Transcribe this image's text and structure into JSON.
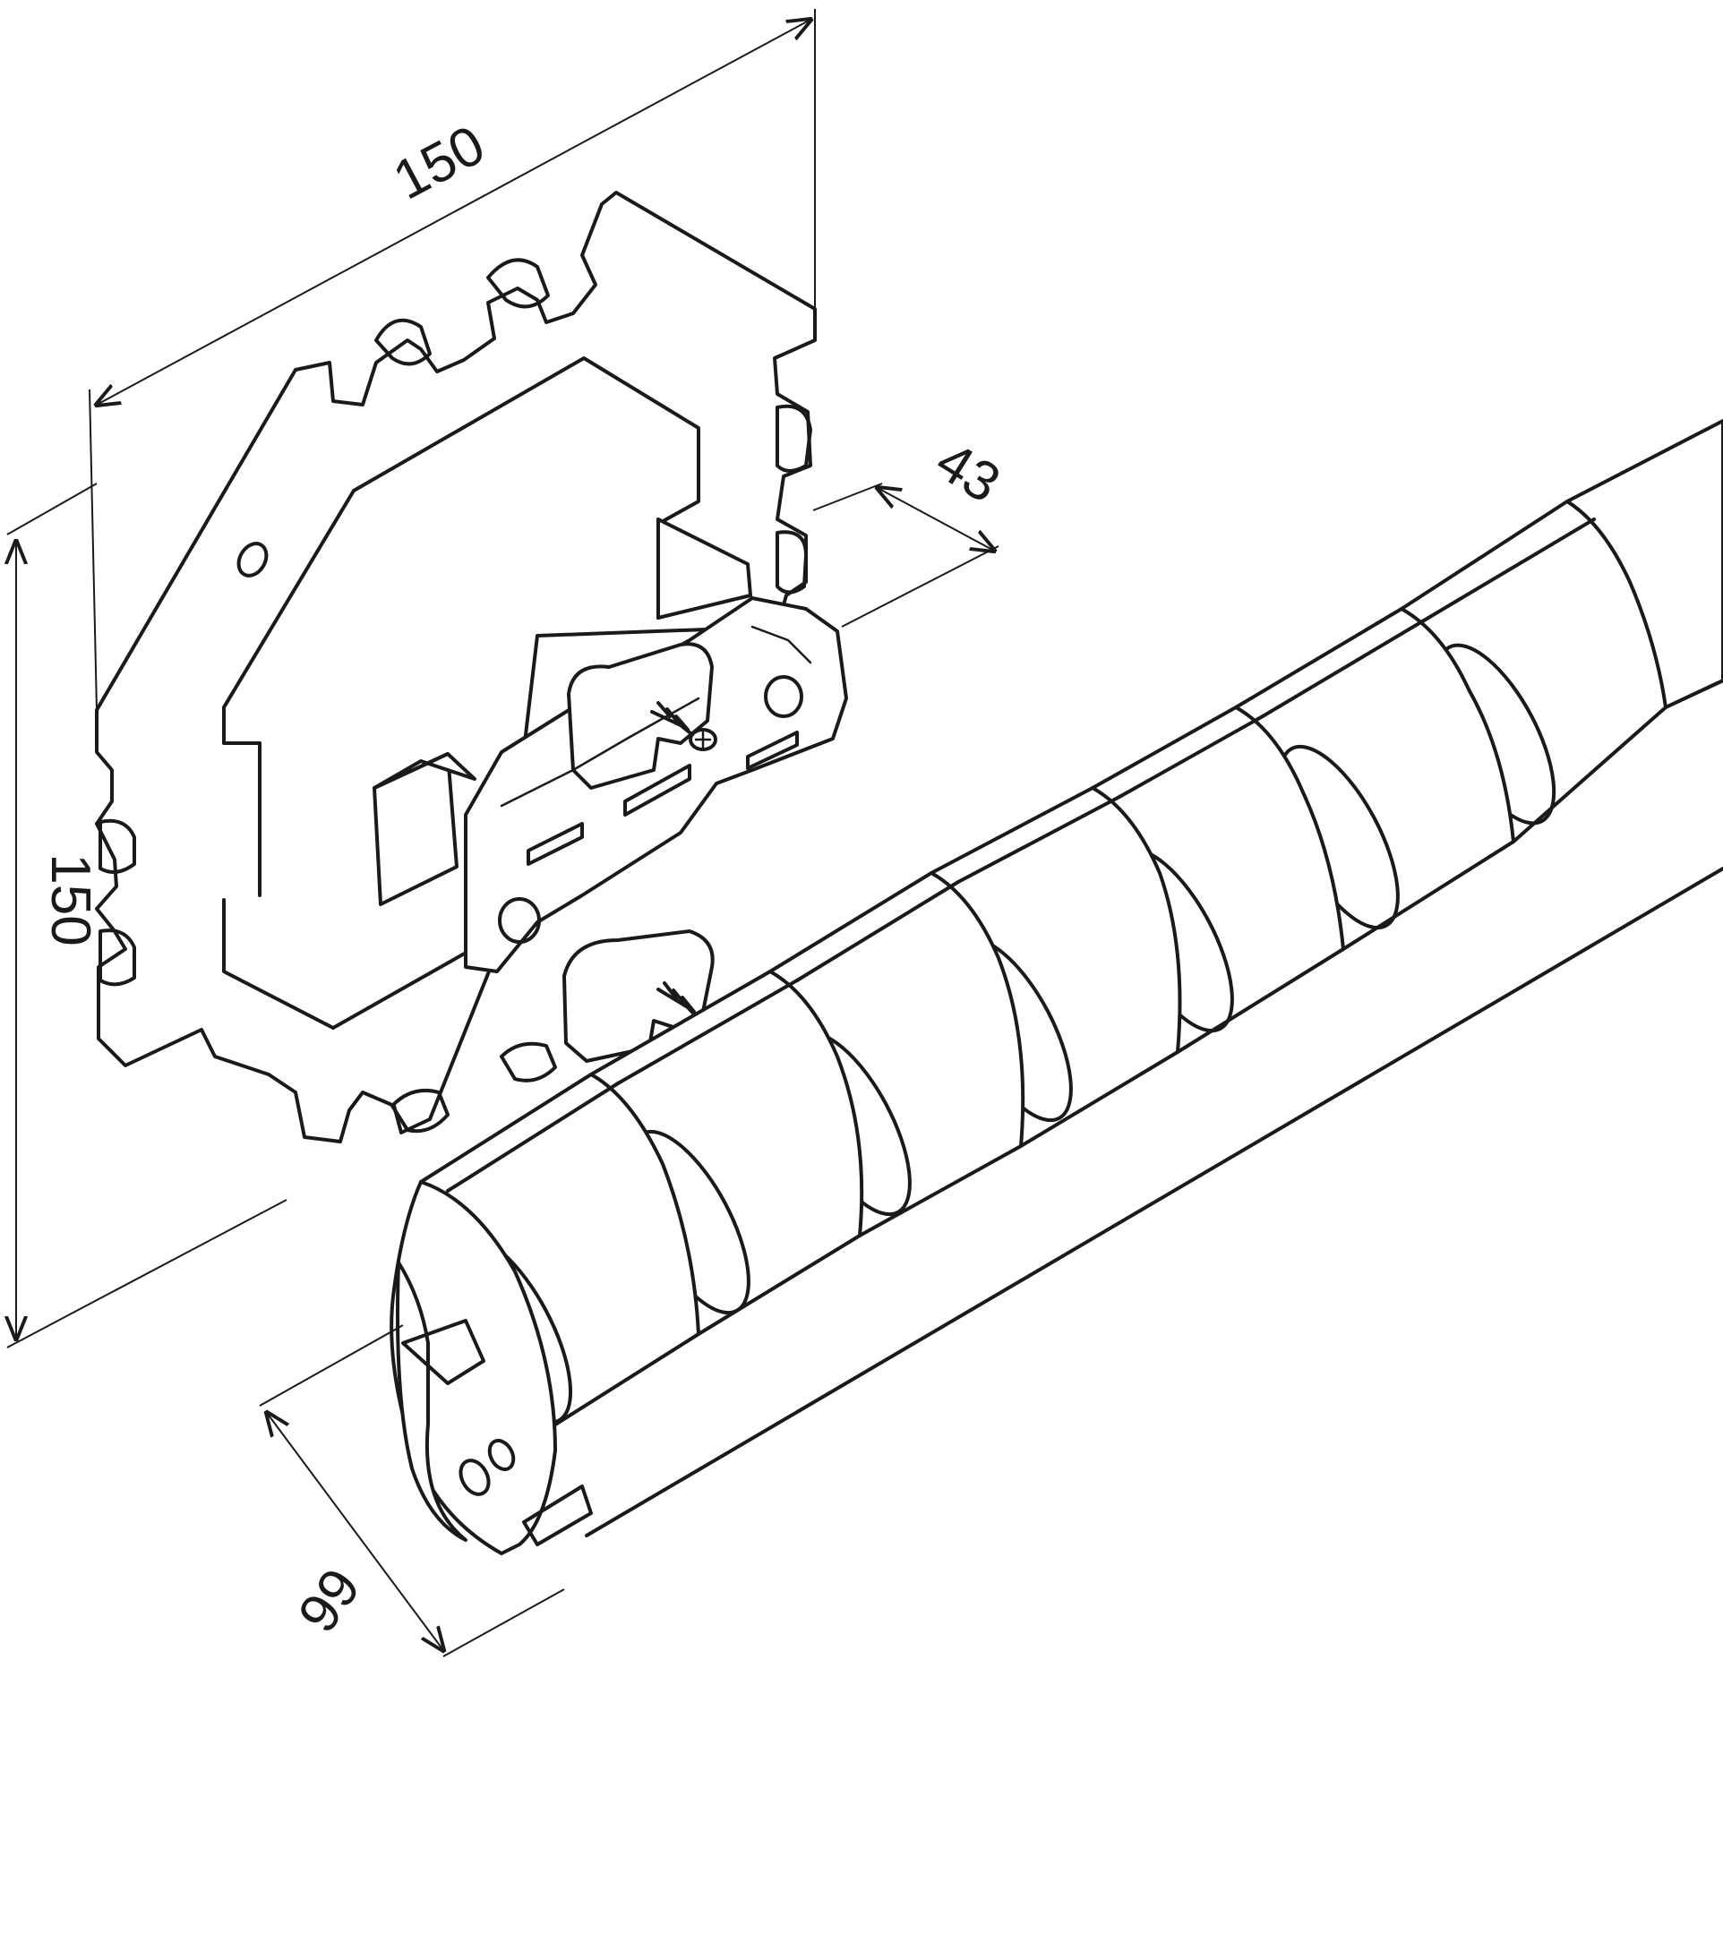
{
  "dimensions": {
    "plate_width": "150",
    "plate_height": "150",
    "bracket_depth": "43",
    "spine_diameter": "66"
  },
  "colors": {
    "line": "#1a1a1a",
    "background": "#ffffff"
  }
}
